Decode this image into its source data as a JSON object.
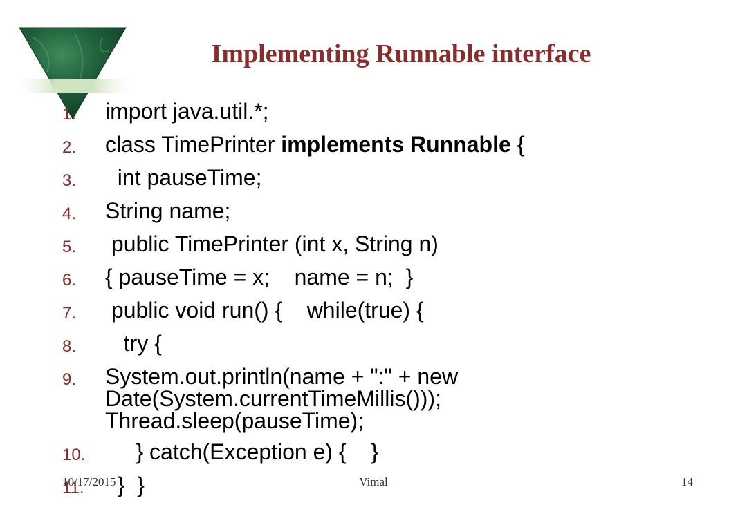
{
  "slide": {
    "title": "Implementing Runnable interface",
    "footer": {
      "date": "10/17/2015",
      "author": "Vimal",
      "page": "14"
    }
  },
  "code": {
    "lines": [
      {
        "num": "1.",
        "text": "import java.util.*;"
      },
      {
        "num": "2.",
        "pre": "class TimePrinter ",
        "bold": "implements Runnable",
        "post": " {"
      },
      {
        "num": "3.",
        "text": "  int pauseTime;"
      },
      {
        "num": "4.",
        "text": "String name;"
      },
      {
        "num": "5.",
        "text": " public TimePrinter (int x, String n)"
      },
      {
        "num": "6.",
        "text": "{ pauseTime = x;    name = n;  }"
      },
      {
        "num": "7.",
        "text": " public void run() {    while(true) {"
      },
      {
        "num": "8.",
        "text": "   try {"
      },
      {
        "num": "9.",
        "text": "    System.out.println(name + \":\" + new\nDate(System.currentTimeMillis()));\nThread.sleep(pauseTime);"
      },
      {
        "num": "10.",
        "text": "     } catch(Exception e) {    }"
      },
      {
        "num": "11.",
        "text": "  }  }"
      }
    ]
  },
  "colors": {
    "title": "#8b2c2c",
    "line_numbers": "#8b2c2c",
    "logo_green": "#1f5e3a"
  },
  "icons": {
    "logo": "green-marble-triangle-logo"
  }
}
